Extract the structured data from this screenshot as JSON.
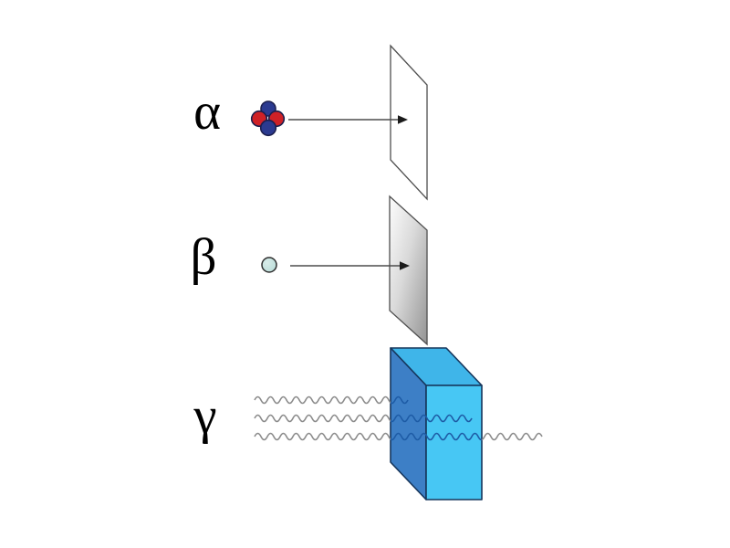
{
  "labels": {
    "alpha": "α",
    "beta": "β",
    "gamma": "γ"
  },
  "icons": {
    "alpha_particle": "helium-nucleus-cluster-icon",
    "beta_particle": "electron-sphere-icon",
    "gamma_rays": "wavy-ray-lines-icon",
    "alpha_barrier": "thin-paper-sheet",
    "beta_barrier": "gray-metal-sheet",
    "gamma_barrier": "blue-block"
  },
  "colors": {
    "background": "#ffffff",
    "label_text": "#000000",
    "arrow_line": "#4d4d4d",
    "arrow_head": "#1a1a1a",
    "proton_red": "#cf2127",
    "neutron_blue": "#2b3a90",
    "nucleon_outline": "#1c1f4e",
    "beta_fill": "#b9dcd8",
    "beta_outline": "#2f2f2f",
    "sheet_outline": "#4f4f4f",
    "paper_fill": "#ffffff",
    "metal_light": "#fdfdfd",
    "metal_dark": "#949494",
    "block_front": "#47c7f4",
    "block_top": "#3fb5e9",
    "block_left": "#3d7fc6",
    "block_outline": "#16365c",
    "wave_outside": "#8c8c8c",
    "wave_inside": "#1e5ca6"
  }
}
